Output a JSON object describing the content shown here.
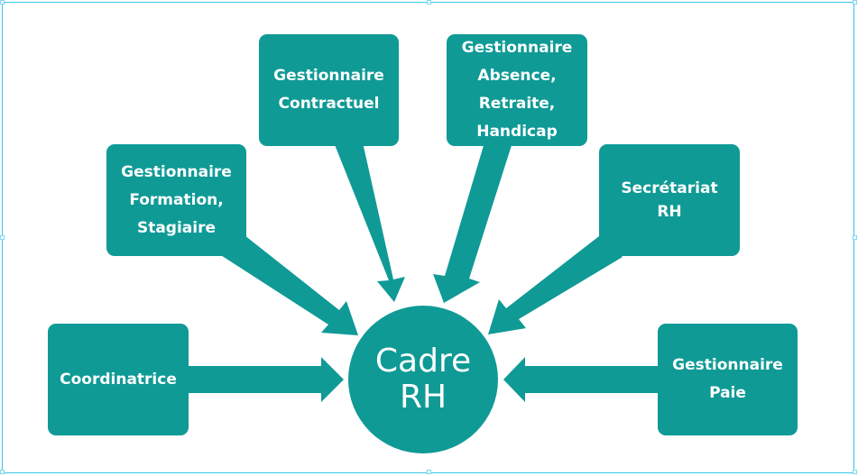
{
  "colors": {
    "node": "#0f9a96",
    "text": "#ffffff",
    "frame": "#35c6e8"
  },
  "center": {
    "lines": [
      "Cadre",
      "RH"
    ]
  },
  "nodes": [
    {
      "id": "coordinatrice",
      "lines": [
        "Coordinatrice"
      ]
    },
    {
      "id": "formation",
      "lines": [
        "Gestionnaire",
        "Formation,",
        "Stagiaire"
      ]
    },
    {
      "id": "contractuel",
      "lines": [
        "Gestionnaire",
        "Contractuel"
      ]
    },
    {
      "id": "absence",
      "lines": [
        "Gestionnaire",
        "Absence,",
        "Retraite,",
        "Handicap"
      ]
    },
    {
      "id": "secretariat",
      "lines": [
        "Secrétariat",
        "RH"
      ]
    },
    {
      "id": "paie",
      "lines": [
        "Gestionnaire",
        "Paie"
      ]
    }
  ]
}
